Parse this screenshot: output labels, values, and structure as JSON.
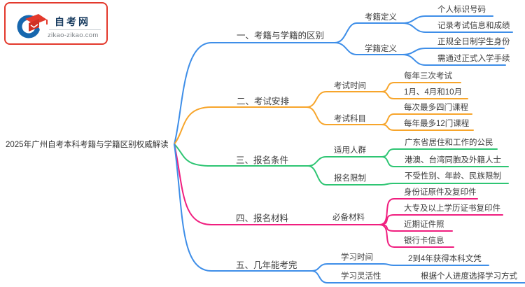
{
  "page": {
    "background": "#ffffff",
    "type": "mindmap-diagram"
  },
  "logo": {
    "site_name": "自考网",
    "site_url": "zikao-zikao.com",
    "brand_red": "#e3392c",
    "brand_blue": "#1767ae"
  },
  "root": {
    "title": "2025年广州自考本科考籍与学籍区别权威解读"
  },
  "colors": {
    "branch1": "#3e8ee8",
    "branch2": "#f7a52b",
    "branch3": "#2ec573",
    "branch4": "#f01e7f",
    "branch5": "#3e8ee8",
    "text": "#3c3c3c"
  },
  "branches": [
    {
      "label": "一、考籍与学籍的区别",
      "color": "#3e8ee8",
      "children": [
        {
          "label": "考籍定义",
          "leaves": [
            "个人标识号码",
            "记录考试信息和成绩"
          ]
        },
        {
          "label": "学籍定义",
          "leaves": [
            "正规全日制学生身份",
            "需通过正式入学手续"
          ]
        }
      ]
    },
    {
      "label": "二、考试安排",
      "color": "#f7a52b",
      "children": [
        {
          "label": "考试时间",
          "leaves": [
            "每年三次考试",
            "1月、4月和10月"
          ]
        },
        {
          "label": "考试科目",
          "leaves": [
            "每次最多四门课程",
            "每年最多12门课程"
          ]
        }
      ]
    },
    {
      "label": "三、报名条件",
      "color": "#2ec573",
      "children": [
        {
          "label": "适用人群",
          "leaves": [
            "广东省居住和工作的公民",
            "港澳、台湾同胞及外籍人士"
          ]
        },
        {
          "label": "报名限制",
          "leaves": [
            "不受性别、年龄、民族限制"
          ]
        }
      ]
    },
    {
      "label": "四、报名材料",
      "color": "#f01e7f",
      "children": [
        {
          "label": "必备材料",
          "leaves": [
            "身份证原件及复印件",
            "大专及以上学历证书复印件",
            "近期证件照",
            "银行卡信息"
          ]
        }
      ]
    },
    {
      "label": "五、几年能考完",
      "color": "#3e8ee8",
      "children": [
        {
          "label": "学习时间",
          "leaves": [
            "2到4年获得本科文凭"
          ]
        },
        {
          "label": "学习灵活性",
          "leaves": [
            "根据个人进度选择学习方式"
          ]
        }
      ]
    }
  ]
}
